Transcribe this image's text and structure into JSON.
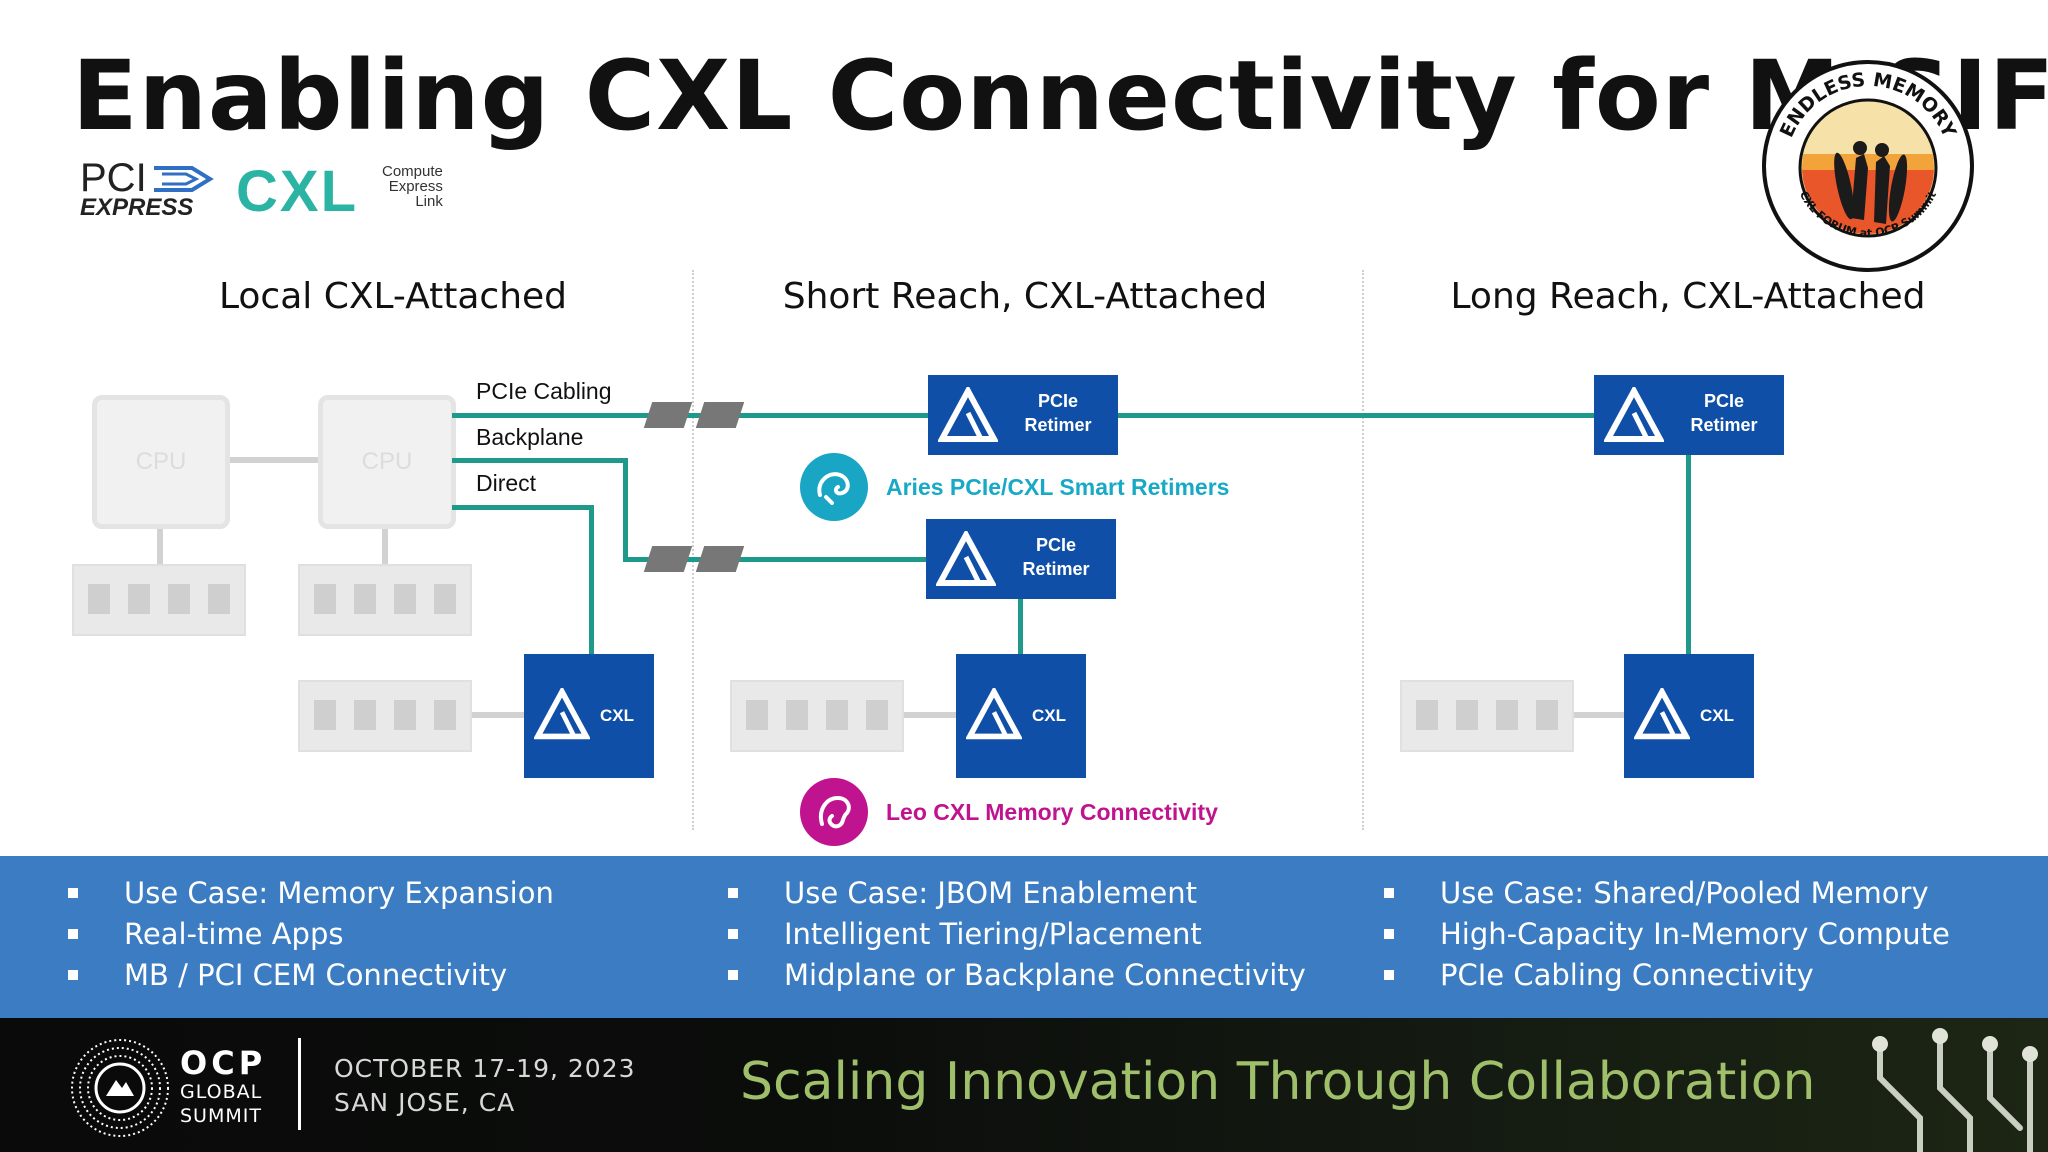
{
  "title": "Enabling CXL Connectivity for M-SIF",
  "logos": {
    "pcie_line1": "PCI",
    "pcie_line2": "EXPRESS",
    "cxl": "CXL",
    "cxl_sub": [
      "Compute",
      "Express",
      "Link"
    ],
    "badge_top": "ENDLESS MEMORY",
    "badge_bottom": "CXL FORUM at OCP Summit"
  },
  "columns": [
    {
      "heading": "Local CXL-Attached"
    },
    {
      "heading": "Short Reach, CXL-Attached"
    },
    {
      "heading": "Long Reach, CXL-Attached"
    }
  ],
  "diagram": {
    "cpu_label": "CPU",
    "links": {
      "cabling": "PCIe Cabling",
      "backplane": "Backplane",
      "direct": "Direct"
    },
    "retimer_line1": "PCIe",
    "retimer_line2": "Retimer",
    "cxl_label": "CXL",
    "aries_label": "Aries PCIe/CXL Smart Retimers",
    "leo_label": "Leo CXL Memory Connectivity",
    "colors": {
      "link": "#1f9a8a",
      "box": "#0f4fa8",
      "aries": "#18a9c6",
      "leo": "#c0138f",
      "band": "#3b7cc2"
    }
  },
  "use_cases": [
    [
      "Use Case: Memory Expansion",
      "Real-time Apps",
      "MB / PCI CEM Connectivity"
    ],
    [
      "Use Case: JBOM Enablement",
      "Intelligent Tiering/Placement",
      "Midplane or Backplane Connectivity"
    ],
    [
      "Use Case: Shared/Pooled Memory",
      "High-Capacity In-Memory Compute",
      "PCIe Cabling Connectivity"
    ]
  ],
  "footer": {
    "ocp": "OCP",
    "global": "GLOBAL",
    "summit": "SUMMIT",
    "date": "OCTOBER 17-19, 2023",
    "location": "SAN JOSE, CA",
    "tagline": "Scaling Innovation Through Collaboration"
  }
}
